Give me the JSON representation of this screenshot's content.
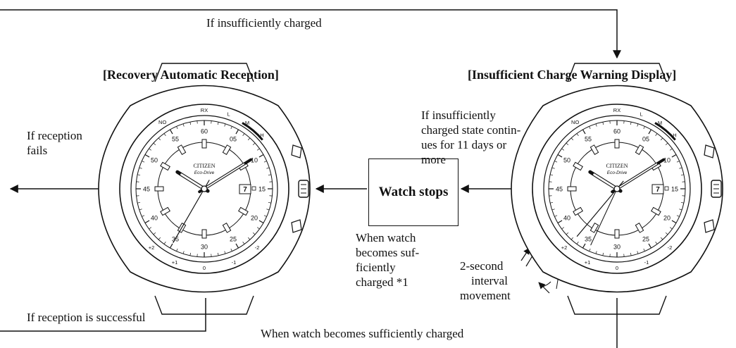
{
  "top_flow_label": "If insufficiently charged",
  "left_panel": {
    "heading": "[Recovery Automatic Reception]",
    "fail_label_line1": "If reception",
    "fail_label_line2": "fails"
  },
  "right_panel": {
    "heading": "[Insufficient Charge Warning Display]",
    "continues_line1": "If insufficiently",
    "continues_line2": "charged state contin-",
    "continues_line3": "ues for 11 days or",
    "continues_line4": "more",
    "interval_line1": "2-second",
    "interval_line2": "interval",
    "interval_line3": "movement"
  },
  "stop_box": {
    "label": "Watch stops"
  },
  "sufficient_small": {
    "line1": "When watch",
    "line2": "becomes suf-",
    "line3": "ficiently",
    "line4": "charged *1"
  },
  "success_label": "If reception is successful",
  "bottom_flow_label": "When watch becomes sufficiently charged",
  "watch_face": {
    "brand": "CITIZEN",
    "model": "Eco-Drive",
    "date": "7",
    "minute_numerals": [
      "60",
      "05",
      "10",
      "15",
      "20",
      "25",
      "30",
      "35",
      "40",
      "45",
      "50",
      "55"
    ],
    "bezel_marks": [
      "RX",
      "L",
      "M",
      "H",
      "NO",
      "+2",
      "+1",
      "0",
      "-1",
      "-2"
    ]
  }
}
